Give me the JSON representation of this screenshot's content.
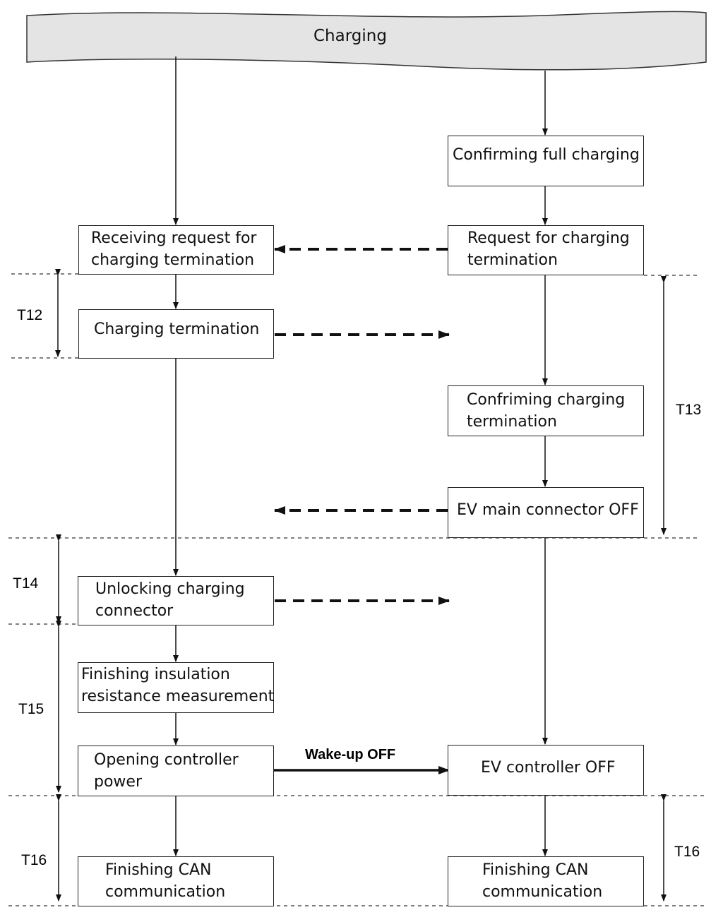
{
  "header": {
    "label": "Charging"
  },
  "boxes": {
    "left_receiving_request": {
      "line1": "Receiving request for",
      "line2": "charging termination"
    },
    "left_charging_termination": {
      "line1": "Charging termination"
    },
    "left_unlocking_connector": {
      "line1": "Unlocking charging",
      "line2": "connector"
    },
    "left_finishing_insulation": {
      "line1": "Finishing insulation",
      "line2": "resistance measurement"
    },
    "left_opening_power": {
      "line1": "Opening controller",
      "line2": "power"
    },
    "left_finishing_can": {
      "line1": "Finishing CAN",
      "line2": "communication"
    },
    "right_confirming_full": {
      "line1": "Confirming full charging"
    },
    "right_request_termination": {
      "line1": "Request for charging",
      "line2": "termination"
    },
    "right_confirming_termination": {
      "line1": "Confriming charging",
      "line2": "termination"
    },
    "right_main_connector_off": {
      "line1": "EV main connector OFF"
    },
    "right_controller_off": {
      "line1": "EV controller OFF"
    },
    "right_finishing_can": {
      "line1": "Finishing CAN",
      "line2": "communication"
    }
  },
  "phases": {
    "t12": "T12",
    "t13": "T13",
    "t14": "T14",
    "t15": "T15",
    "t16_left": "T16",
    "t16_right": "T16"
  },
  "signals": {
    "wake_up_off": "Wake-up OFF"
  }
}
